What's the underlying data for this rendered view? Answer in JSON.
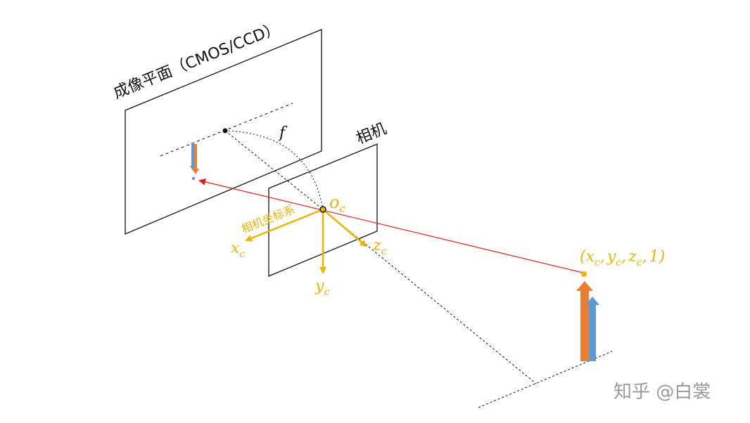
{
  "labels": {
    "image_plane_title": "成像平面（CMOS/CCD）",
    "camera_title": "相机",
    "focal_length": "f",
    "origin": "o",
    "origin_sub": "c",
    "camera_coord_system": "相机坐标系",
    "x_axis": "x",
    "x_axis_sub": "c",
    "y_axis": "y",
    "y_axis_sub": "c",
    "z_axis": "z",
    "z_axis_sub": "c",
    "point_open": "(",
    "point_x": "x",
    "point_y": "y",
    "point_z": "z",
    "point_sub": "c",
    "point_one": "1",
    "point_close": ")",
    "comma": ","
  },
  "watermark": "知乎 @白裳",
  "colors": {
    "axis_gold": "#F0B400",
    "ray_red": "#E02020",
    "arrow_orange": "#ED7D31",
    "arrow_blue": "#5B9BD5",
    "line_dark": "#111111"
  }
}
